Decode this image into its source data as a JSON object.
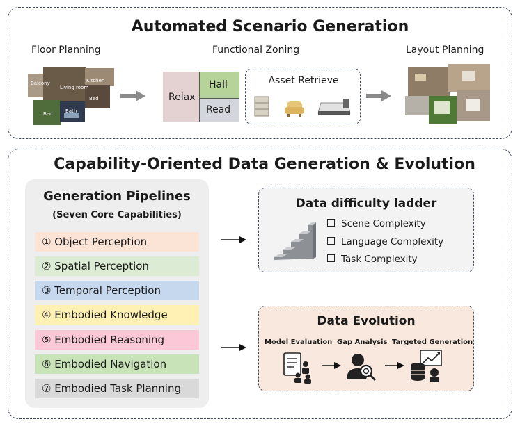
{
  "top": {
    "title": "Automated Scenario Generation",
    "floor_planning": "Floor Planning",
    "functional_zoning": "Functional Zoning",
    "layout_planning": "Layout Planning",
    "asset_retrieve": "Asset Retrieve",
    "floor_rooms": [
      "Balcony",
      "Living room",
      "Kitchen",
      "Bed",
      "Bath",
      "Bed"
    ],
    "zones": [
      "Relax",
      "Hall",
      "Read"
    ]
  },
  "bottom": {
    "title": "Capability-Oriented Data Generation & Evolution",
    "pipelines_title": "Generation Pipelines",
    "pipelines_subtitle": "(Seven Core Capabilities)",
    "capabilities": [
      {
        "label": "① Object Perception",
        "color": "#fbe3d6"
      },
      {
        "label": "② Spatial Perception",
        "color": "#dcebd4"
      },
      {
        "label": "③ Temporal Perception",
        "color": "#c6d8ee"
      },
      {
        "label": "④ Embodied Knowledge",
        "color": "#fff0b3"
      },
      {
        "label": "⑤ Embodied Reasoning",
        "color": "#fbc8d8"
      },
      {
        "label": "⑥ Embodied Navigation",
        "color": "#c9e3b9"
      },
      {
        "label": "⑦ Embodied Task Planning",
        "color": "#d9d9d9"
      }
    ],
    "ladder_title": "Data difficulty ladder",
    "ladder_items": [
      "Scene Complexity",
      "Language Complexity",
      "Task Complexity"
    ],
    "evolution_title": "Data Evolution",
    "evolution_steps": [
      "Model Evaluation",
      "Gap Analysis",
      "Targeted Generation"
    ]
  }
}
